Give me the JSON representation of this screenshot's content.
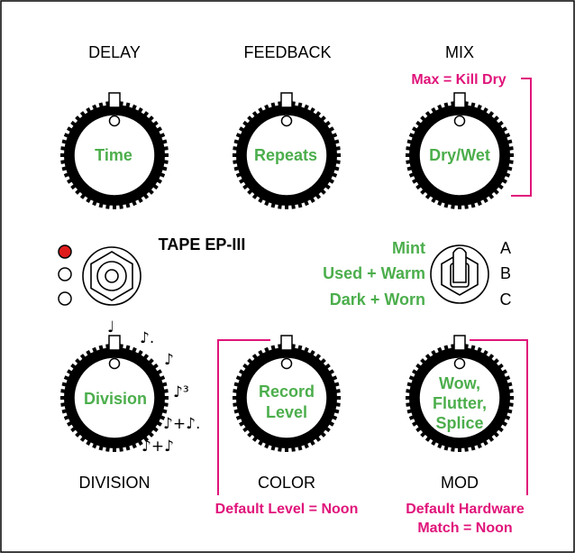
{
  "labels": {
    "delay": "DELAY",
    "feedback": "FEEDBACK",
    "mix": "MIX",
    "division": "DIVISION",
    "color": "COLOR",
    "mod": "MOD"
  },
  "knobs": {
    "time": "Time",
    "repeats": "Repeats",
    "dry_wet": "Dry/Wet",
    "division": "Division",
    "record_level": [
      "Record",
      "Level"
    ],
    "wow": [
      "Wow,",
      "Flutter,",
      "Splice"
    ]
  },
  "annotations": {
    "mix_note": "Max = Kill Dry",
    "color_note": "Default Level = Noon",
    "mod_note": [
      "Default Hardware",
      "Match = Noon"
    ]
  },
  "device_name": "TAPE EP-III",
  "tape_modes": [
    {
      "name": "Mint",
      "letter": "A"
    },
    {
      "name": "Used + Warm",
      "letter": "B"
    },
    {
      "name": "Dark + Worn",
      "letter": "C"
    }
  ],
  "division_marks": [
    "♩",
    "♪.",
    "♪",
    "♪³",
    "♪+♪.",
    "♪+♪"
  ],
  "led_states": [
    "on",
    "off",
    "off"
  ],
  "toggle_position": "A",
  "colors": {
    "accent_green": "#4cae4c",
    "annotation_pink": "#e0147a",
    "led_red": "#e01b1b",
    "ink": "#000000"
  }
}
